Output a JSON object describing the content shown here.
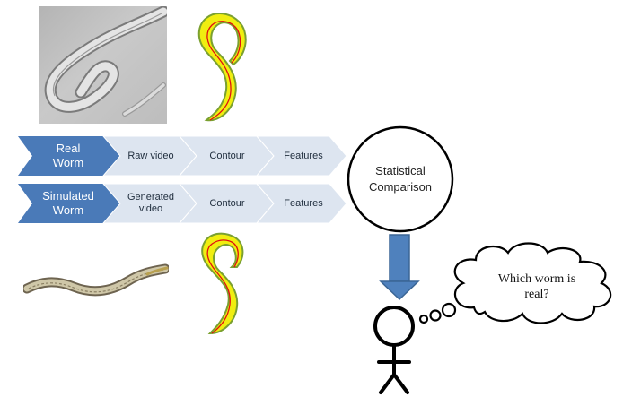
{
  "rows": [
    {
      "lead_label": "Real\nWorm",
      "steps": [
        "Raw video",
        "Contour",
        "Features"
      ]
    },
    {
      "lead_label": "Simulated\nWorm",
      "steps": [
        "Generated\nvideo",
        "Contour",
        "Features"
      ]
    }
  ],
  "comparison": {
    "label": "Statistical\nComparison"
  },
  "observer": {
    "thought": "Which worm is\nreal?"
  },
  "colors": {
    "lead_chevron": "#4a7ab8",
    "step_chevron": "#dde5f0",
    "worm_contour_fill": "#f0ee10",
    "worm_contour_outline": "#7aa030",
    "worm_centerline": "#e01010",
    "arrow": "#4f81bd"
  },
  "icons": {
    "real_worm_photo": "microscope-worm-photo",
    "simulated_worm_image": "simulated-worm-render",
    "contour": "worm-contour-icon",
    "observer": "stick-figure-icon"
  }
}
